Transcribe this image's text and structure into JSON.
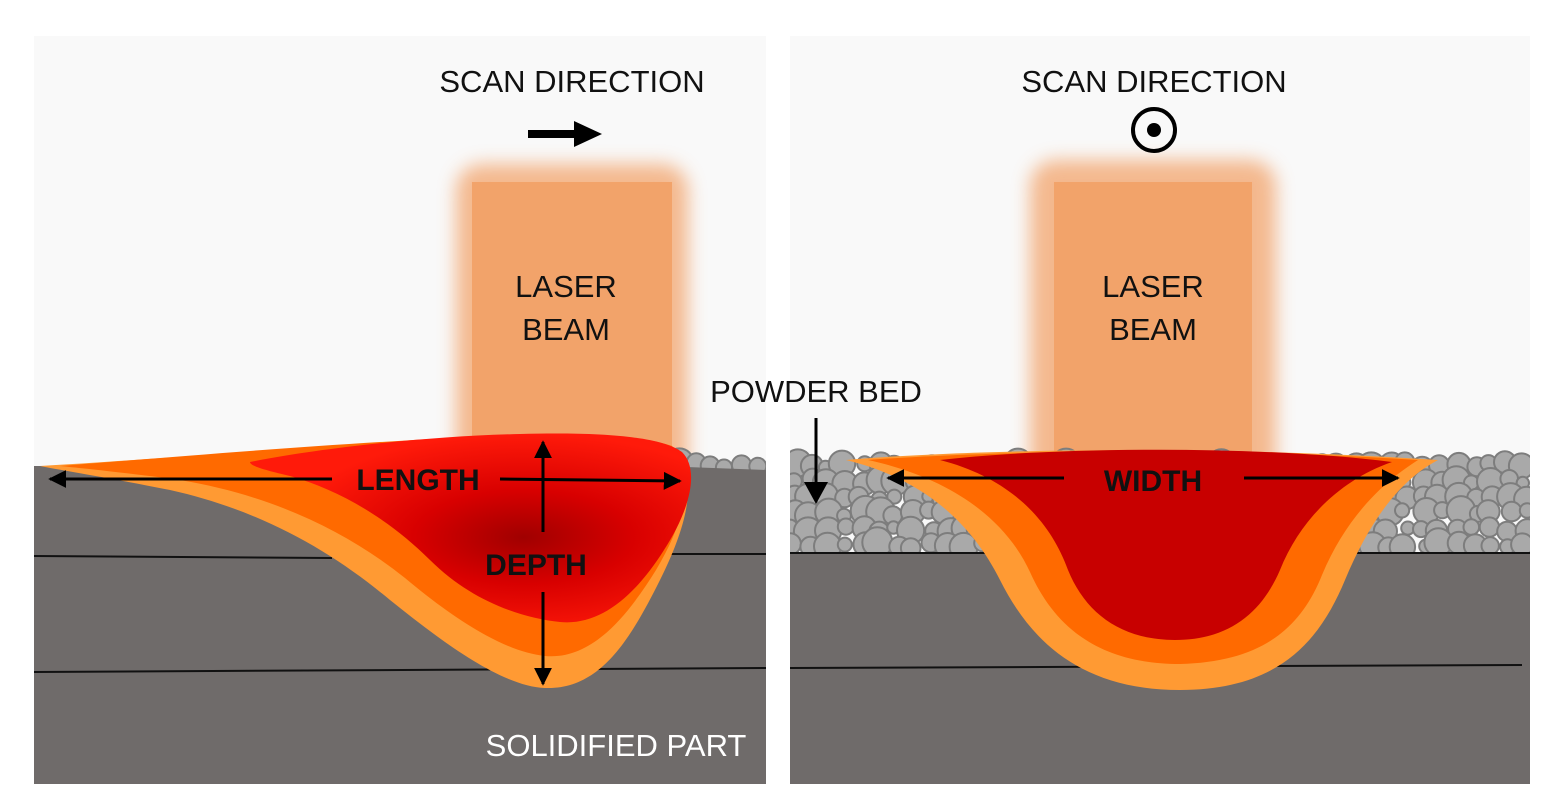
{
  "left_panel": {
    "scan_direction_label": "SCAN DIRECTION",
    "scan_direction_symbol": "arrow-right-icon",
    "laser_label_line1": "LASER",
    "laser_label_line2": "BEAM",
    "length_label": "LENGTH",
    "depth_label": "DEPTH",
    "solidified_label": "SOLIDIFIED PART"
  },
  "right_panel": {
    "scan_direction_label": "SCAN DIRECTION",
    "scan_direction_symbol": "out-of-page-dot-icon",
    "laser_label_line1": "LASER",
    "laser_label_line2": "BEAM",
    "width_label": "WIDTH",
    "powder_bed_label": "POWDER BED"
  },
  "colors": {
    "background": "#f9f9f9",
    "laser": "#f2a36a",
    "part": "#6f6b6a",
    "powder": "#a9a9a9",
    "melt_core": "#c80000",
    "melt_bright": "#ff1a0a",
    "melt_orange": "#ff6a00",
    "melt_outer": "#ff9a33"
  }
}
